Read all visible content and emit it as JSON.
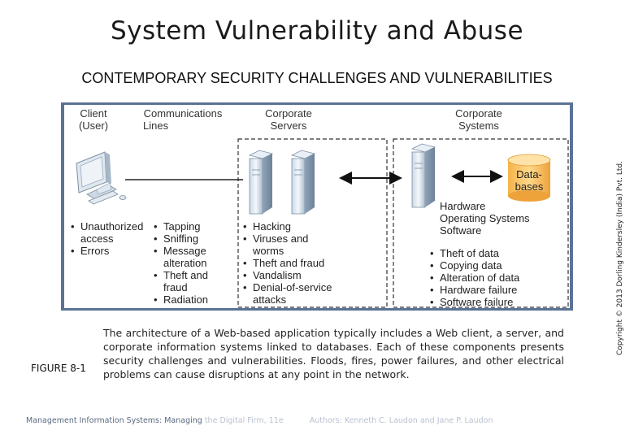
{
  "title": "System Vulnerability and Abuse",
  "subtitle": "CONTEMPORARY SECURITY CHALLENGES AND VULNERABILITIES",
  "copyright": "Copyright © 2013 Dorling Kindersley (India) Pvt. Ltd.",
  "diagram": {
    "headers": {
      "client": [
        "Client",
        "(User)"
      ],
      "communications": [
        "Communications",
        "Lines"
      ],
      "servers": [
        "Corporate",
        "Servers"
      ],
      "systems": [
        "Corporate",
        "Systems"
      ]
    },
    "database_label": [
      "Data-",
      "bases"
    ],
    "systems_components": [
      "Hardware",
      "Operating Systems",
      "Software"
    ],
    "client_threats": [
      [
        "Unauthorized",
        "access"
      ],
      [
        "Errors"
      ]
    ],
    "line_threats": [
      [
        "Tapping"
      ],
      [
        "Sniffing"
      ],
      [
        "Message",
        "alteration"
      ],
      [
        "Theft and",
        "fraud"
      ],
      [
        "Radiation"
      ]
    ],
    "server_threats": [
      [
        "Hacking"
      ],
      [
        "Viruses and",
        "worms"
      ],
      [
        "Theft and fraud"
      ],
      [
        "Vandalism"
      ],
      [
        "Denial-of-service",
        "attacks"
      ]
    ],
    "system_threats": [
      [
        "Theft of data"
      ],
      [
        "Copying data"
      ],
      [
        "Alteration of data"
      ],
      [
        "Hardware failure"
      ],
      [
        "Software failure"
      ]
    ]
  },
  "figure_number": "FIGURE 8-1",
  "caption": "The architecture of a Web-based application typically includes a Web client, a server, and corporate information systems linked to databases. Each of these components presents security challenges and vulnerabilities. Floods, fires, power failures, and other electrical problems can cause disruptions at any point in the network.",
  "footer": {
    "left": "Management Information Systems: Managing",
    "middle": "the Digital Firm, 11e",
    "right": "Authors: Kenneth C. Laudon and Jane P. Laudon"
  }
}
